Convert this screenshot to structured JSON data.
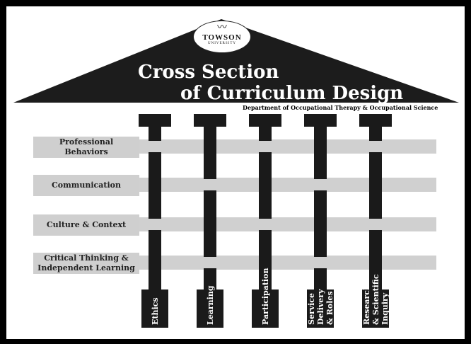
{
  "logo": {
    "name": "TOWSON",
    "sub": "UNIVERSITY"
  },
  "title": {
    "line1": "Cross Section",
    "line2": "of Curriculum Design"
  },
  "department": "Department of Occupational Therapy & Occupational Science",
  "beams": [
    {
      "label": [
        "Professional",
        "Behaviors"
      ]
    },
    {
      "label": [
        "Communication"
      ]
    },
    {
      "label": [
        "Culture & Context"
      ]
    },
    {
      "label": [
        "Critical Thinking &",
        "Independent Learning"
      ]
    }
  ],
  "pillars": [
    {
      "label": [
        "Ethics"
      ]
    },
    {
      "label": [
        "Learning"
      ]
    },
    {
      "label": [
        "Participation"
      ]
    },
    {
      "label": [
        "Service",
        "Delivery",
        "& Roles"
      ]
    },
    {
      "label": [
        "Research",
        "& Scientific",
        "Inquiry"
      ]
    }
  ],
  "colors": {
    "roof": "#1c1c1c",
    "pillar": "#1a1a1a",
    "beam": "#d0d0d0"
  }
}
